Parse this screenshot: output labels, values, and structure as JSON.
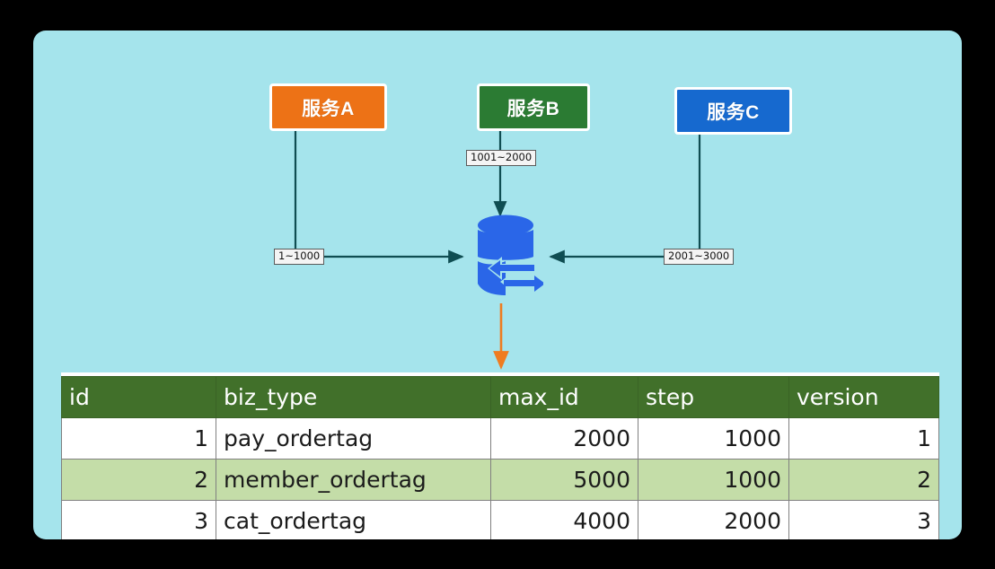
{
  "diagram": {
    "background_color": "#a5e4ec",
    "services": [
      {
        "label": "服务A",
        "color": "#ed7216",
        "range_label": "1~1000"
      },
      {
        "label": "服务B",
        "color": "#2b7b33",
        "range_label": "1001~2000"
      },
      {
        "label": "服务C",
        "color": "#1669cf",
        "range_label": "2001~3000"
      }
    ],
    "database_icon": {
      "name": "database-sync-icon",
      "color": "#2a66e8"
    },
    "output_arrow_color": "#ef7c20",
    "connector_color": "#0f4d52"
  },
  "table": {
    "header_color": "#41702a",
    "alt_row_color": "#c4dda8",
    "columns": [
      "id",
      "biz_type",
      "max_id",
      "step",
      "version"
    ],
    "rows": [
      {
        "id": "1",
        "biz_type": "pay_ordertag",
        "max_id": "2000",
        "step": "1000",
        "version": "1"
      },
      {
        "id": "2",
        "biz_type": "member_ordertag",
        "max_id": "5000",
        "step": "1000",
        "version": "2"
      },
      {
        "id": "3",
        "biz_type": "cat_ordertag",
        "max_id": "4000",
        "step": "2000",
        "version": "3"
      }
    ]
  }
}
